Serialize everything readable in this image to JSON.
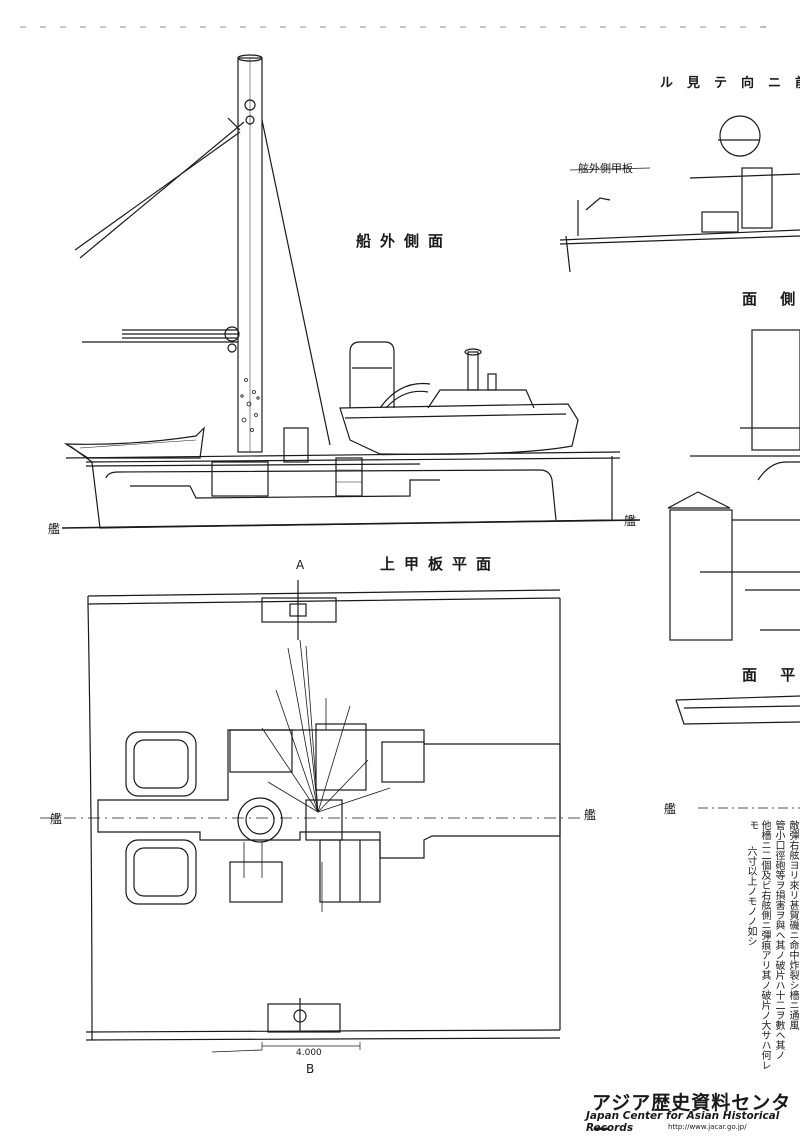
{
  "labels": {
    "side_title": "船外側面",
    "upper_plan_title": "上甲板平面",
    "view_title": "前ニ向テ見ル",
    "right_side_title": "面 側",
    "right_plan_title": "面 平",
    "bow_left": "艦",
    "stern_left": "艦",
    "bow_plan": "艦",
    "stern_plan": "艦",
    "bow_right": "艦",
    "point_a": "A",
    "point_b": "B",
    "dimension": "4.000",
    "deck_note": "舷外側甲板"
  },
  "notes": {
    "column_1": "敵彈右舷ヨリ來リ甚賀磯ニ命中炸裂シ檣ニ通風",
    "column_2": "管小口徑砲等ヲ損害ヲ與ヘ其ノ破片ハ十二ヲ數ヘ其ノ",
    "column_3": "他檣ニ二個及ビ右舷側ニ彈痕アリ其ノ破片ノ大サハ何レモ",
    "column_4": "六寸以上ノモノノ如シ"
  },
  "footer": {
    "org_jp": "アジア歴史資料センター",
    "org_en": "Japan Center for Asian Historical Records",
    "url": "http://www.jacar.go.jp/"
  },
  "colors": {
    "ink": "#1a1a1a",
    "paper": "#ffffff"
  }
}
